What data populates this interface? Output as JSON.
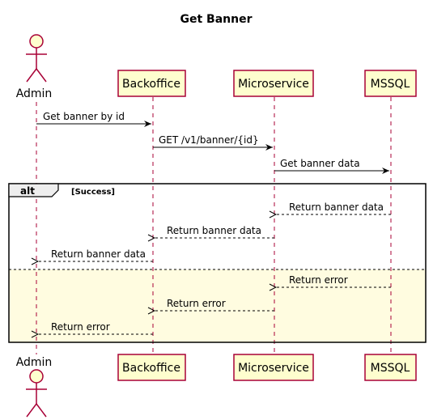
{
  "diagram": {
    "title": "Get Banner",
    "actor": {
      "name": "Admin"
    },
    "participants": [
      {
        "name": "Backoffice"
      },
      {
        "name": "Microservice"
      },
      {
        "name": "MSSQL"
      }
    ],
    "messages_before_alt": [
      {
        "text": "Get banner by id",
        "from": "Admin",
        "to": "Backoffice",
        "style": "solid"
      },
      {
        "text": "GET /v1/banner/{id}",
        "from": "Backoffice",
        "to": "Microservice",
        "style": "solid"
      },
      {
        "text": "Get banner data",
        "from": "Microservice",
        "to": "MSSQL",
        "style": "solid"
      }
    ],
    "alt": {
      "keyword": "alt",
      "guard": "[Success]",
      "success_messages": [
        {
          "text": "Return banner data",
          "from": "MSSQL",
          "to": "Microservice",
          "style": "dashed"
        },
        {
          "text": "Return banner data",
          "from": "Microservice",
          "to": "Backoffice",
          "style": "dashed"
        },
        {
          "text": "Return banner data",
          "from": "Backoffice",
          "to": "Admin",
          "style": "dashed"
        }
      ],
      "else_messages": [
        {
          "text": "Return error",
          "from": "MSSQL",
          "to": "Microservice",
          "style": "dashed"
        },
        {
          "text": "Return error",
          "from": "Microservice",
          "to": "Backoffice",
          "style": "dashed"
        },
        {
          "text": "Return error",
          "from": "Backoffice",
          "to": "Admin",
          "style": "dashed"
        }
      ]
    },
    "colors": {
      "participant_fill": "#FEFECE",
      "participant_border": "#A80036",
      "actor_fill": "#FEFECE",
      "actor_border": "#A80036",
      "lifeline": "#A80036",
      "else_section_fill": "#FFFCE0",
      "arrow": "#000000"
    }
  }
}
